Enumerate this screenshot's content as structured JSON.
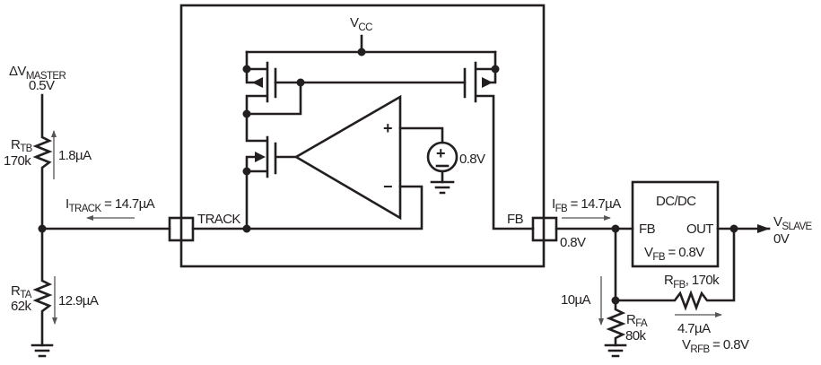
{
  "master": {
    "prefix": "ΔV",
    "sub": "MASTER",
    "value": "0.5V"
  },
  "rtb": {
    "name": "R",
    "sub": "TB",
    "value": "170k",
    "current": "1.8µA"
  },
  "rta": {
    "name": "R",
    "sub": "TA",
    "value": "62k",
    "current": "12.9µA"
  },
  "itrack": {
    "name": "I",
    "sub": "TRACK",
    "rest": " = 14.7µA"
  },
  "chip": {
    "vcc": "V",
    "vcc_sub": "CC",
    "track_pin": "TRACK",
    "fb_pin": "FB",
    "ref_voltage": "0.8V",
    "plus": "+",
    "minus": "−"
  },
  "ifb": {
    "name": "I",
    "sub": "FB",
    "rest": " = 14.7µA",
    "pin_voltage": "0.8V"
  },
  "dcdc": {
    "title": "DC/DC",
    "fb": "FB",
    "out": "OUT",
    "vfb_name": "V",
    "vfb_sub": "FB",
    "vfb_rest": " = 0.8V"
  },
  "slave": {
    "name": "V",
    "sub": "SLAVE",
    "value": "0V"
  },
  "rfb": {
    "name": "R",
    "sub": "FB",
    "value": ", 170k",
    "current": "4.7µA",
    "vname": "V",
    "vsub": "RFB",
    "vrest": " = 0.8V"
  },
  "rfa": {
    "name": "R",
    "sub": "FA",
    "value": "80k",
    "current": "10µA"
  }
}
